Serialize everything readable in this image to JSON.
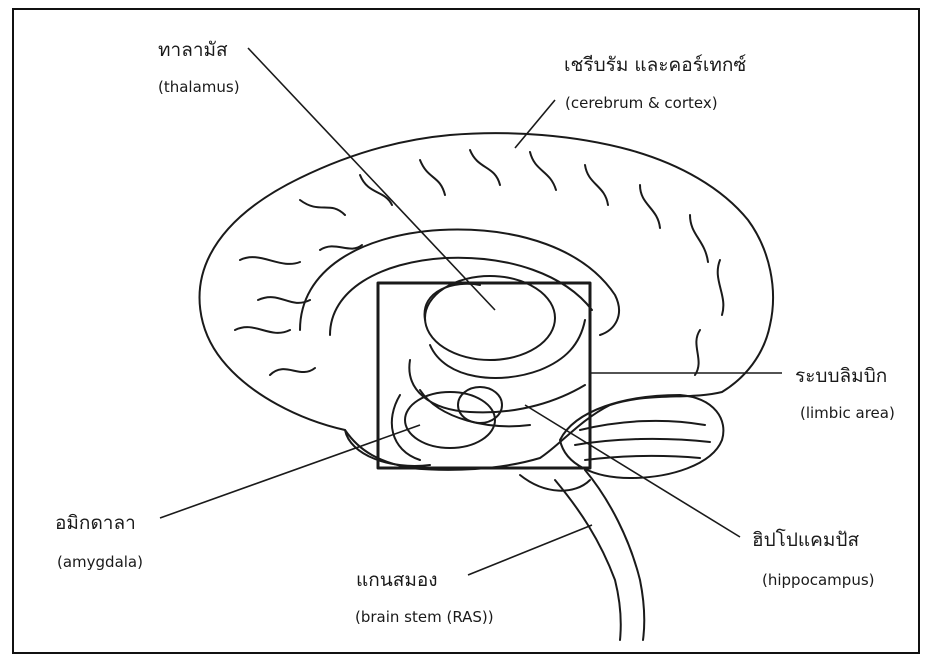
{
  "labels": {
    "thalamus": {
      "thai": "ทาลามัส",
      "english": "(thalamus)"
    },
    "cerebrum": {
      "thai": "เชรีบรัม และคอร์เทกซ์",
      "english": "(cerebrum & cortex)"
    },
    "limbic": {
      "thai": "ระบบลิมบิก",
      "english": "(limbic area)"
    },
    "amygdala": {
      "thai": "อมิกดาลา",
      "english": "(amygdala)"
    },
    "hippocampus": {
      "thai": "ฮิปโปแคมปัส",
      "english": "(hippocampus)"
    },
    "brainstem": {
      "thai": "แกนสมอง",
      "english": "(brain stem (RAS))"
    }
  },
  "colors": {
    "ink": "#1a1a1a",
    "paper": "#ffffff"
  }
}
